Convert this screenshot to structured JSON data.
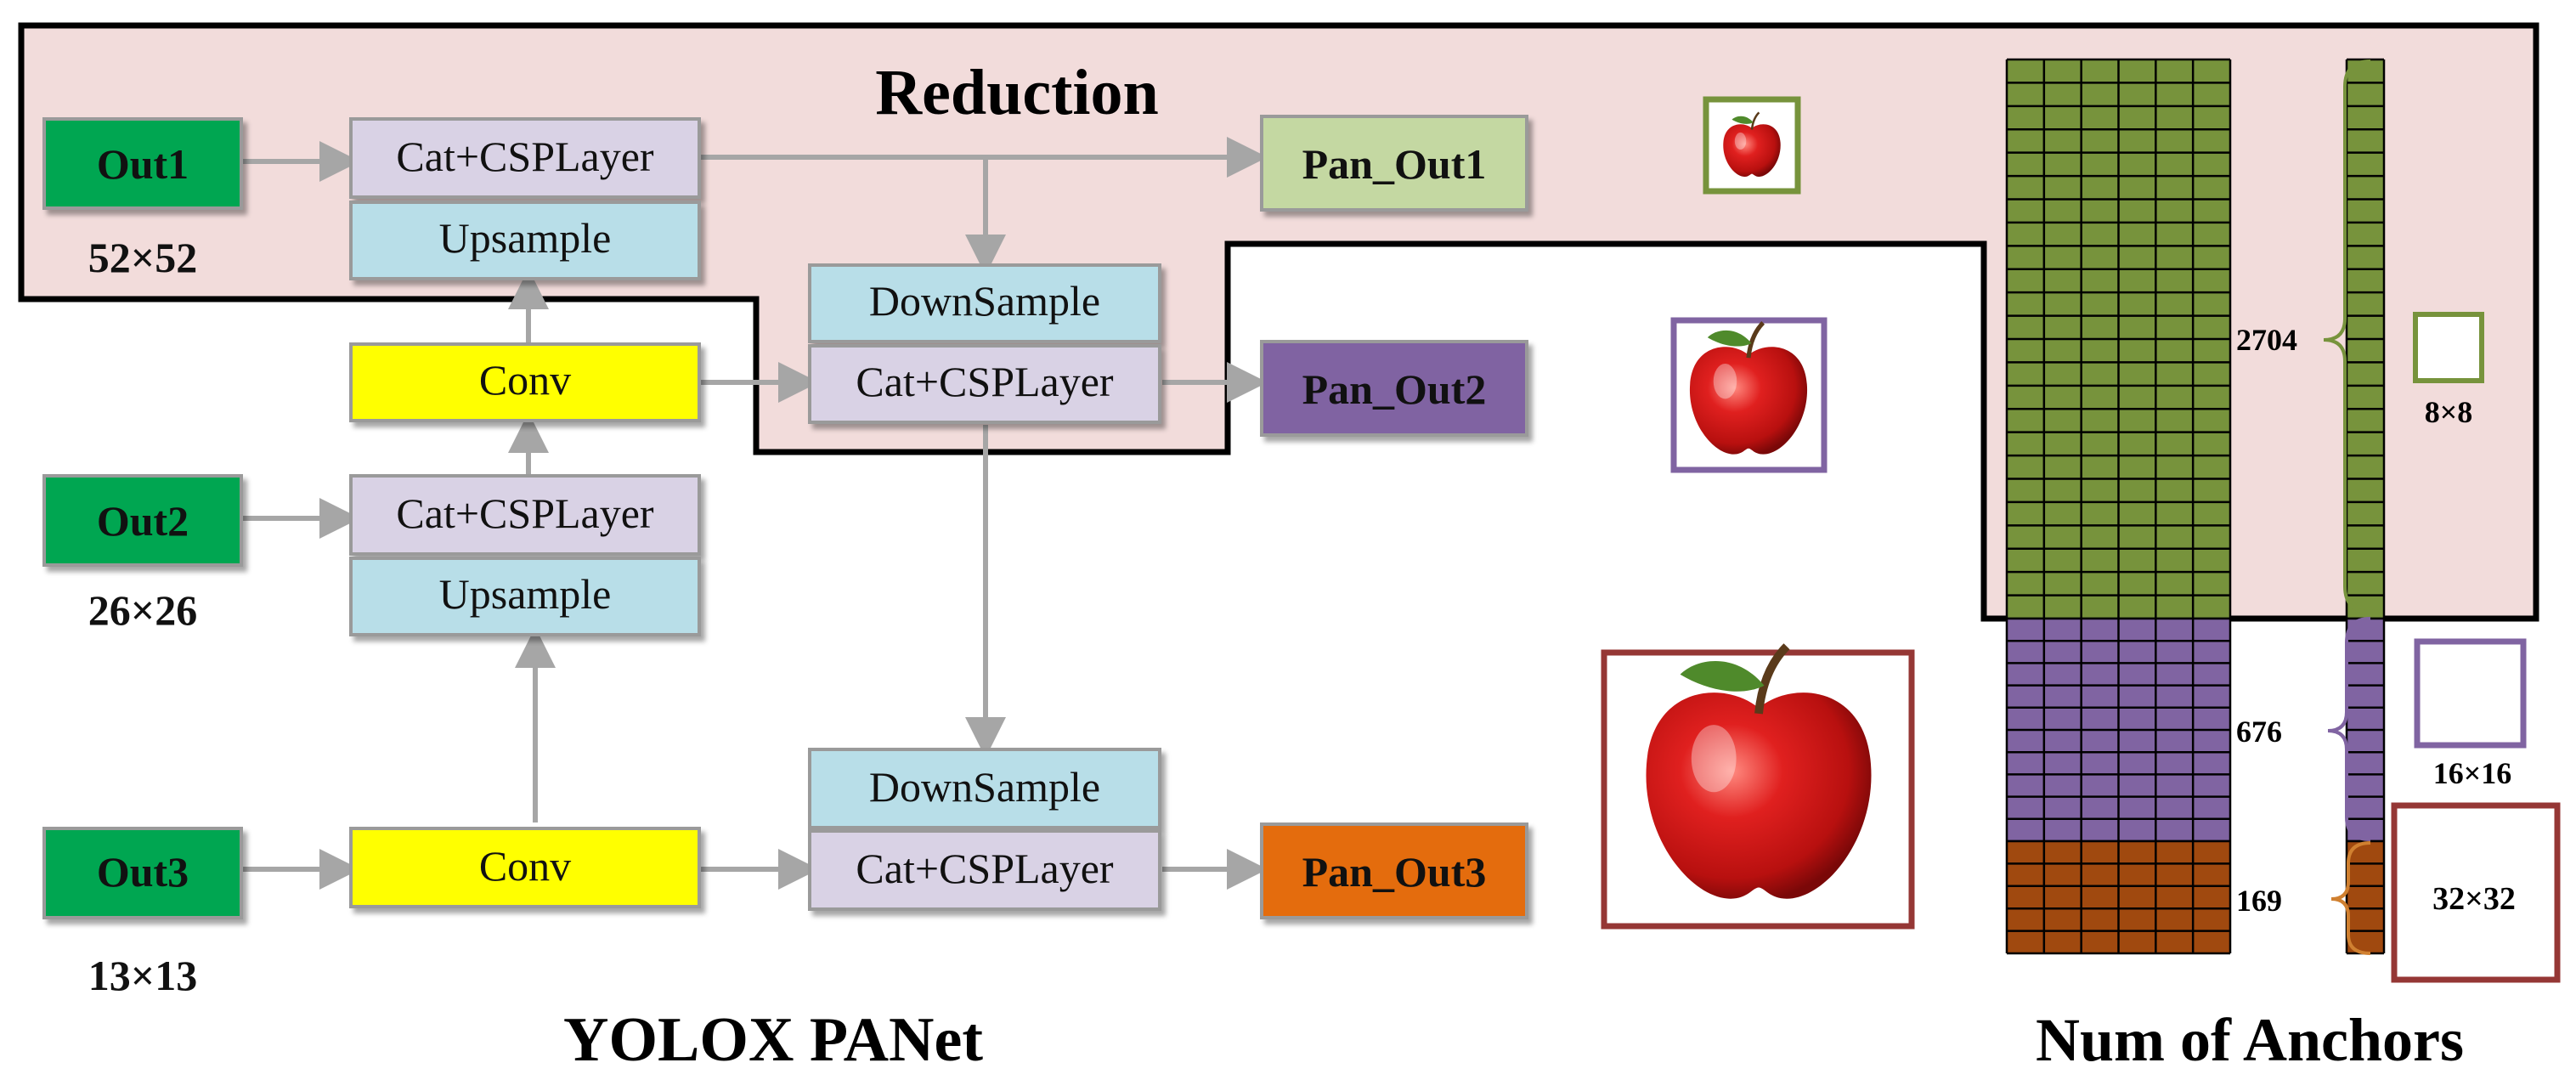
{
  "reduction_title": "Reduction",
  "inputs": [
    {
      "label": "Out1",
      "size": "52×52"
    },
    {
      "label": "Out2",
      "size": "26×26"
    },
    {
      "label": "Out3",
      "size": "13×13"
    }
  ],
  "blocks": {
    "cat1": "Cat+CSPLayer",
    "up1": "Upsample",
    "conv1": "Conv",
    "cat2": "Cat+CSPLayer",
    "up2": "Upsample",
    "conv2": "Conv",
    "down1": "DownSample",
    "cat3": "Cat+CSPLayer",
    "down2": "DownSample",
    "cat4": "Cat+CSPLayer"
  },
  "outputs": [
    "Pan_Out1",
    "Pan_Out2",
    "Pan_Out3"
  ],
  "anchor_counts": {
    "small": "2704",
    "medium": "676",
    "large": "169"
  },
  "stride_labels": {
    "s8": "8×8",
    "s16": "16×16",
    "s32": "32×32"
  },
  "caption_left": "YOLOX PANet",
  "caption_right": "Num of Anchors",
  "colors": {
    "reduction_bg": "#f2dcdb",
    "green_out": "#00a651",
    "block_lavender": "#d9d2e5",
    "block_blue": "#b8dee8",
    "conv_yellow": "#ffff00",
    "pan1": "#c4d8a2",
    "pan2": "#8064a2",
    "pan3": "#e46c0a",
    "grid_green": "#77933c",
    "grid_purple": "#8064a2",
    "grid_brown": "#a0490f",
    "box_red": "#953735"
  },
  "icons": [
    "apple-small-image",
    "apple-medium-image",
    "apple-large-image"
  ]
}
